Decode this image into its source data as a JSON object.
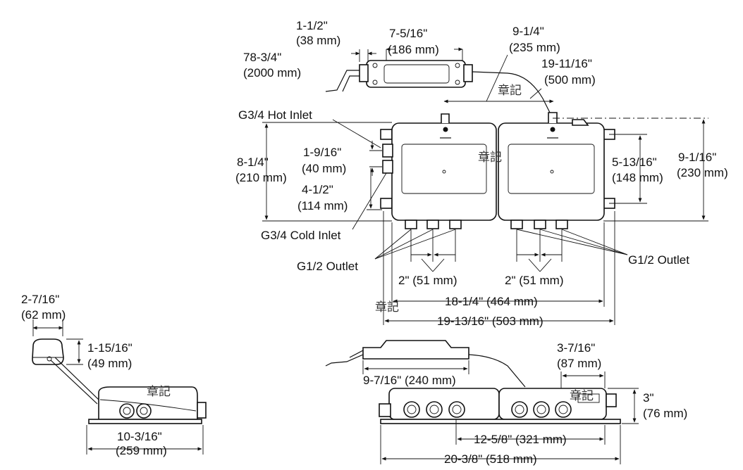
{
  "labels": {
    "sensor_len_in": "1-1/2\"",
    "sensor_len_mm": "(38 mm)",
    "sensor_width_in": "7-5/16\"",
    "sensor_width_mm": "(186 mm)",
    "cable_len_in": "78-3/4\"",
    "cable_len_mm": "(2000 mm)",
    "offset_top_in": "9-1/4\"",
    "offset_top_mm": "(235 mm)",
    "cable2_in": "19-11/16\"",
    "cable2_mm": "(500 mm)",
    "hot_inlet": "G3/4 Hot Inlet",
    "height_in": "8-1/4\"",
    "height_mm": "(210 mm)",
    "inlet_spacing_in": "1-9/16\"",
    "inlet_spacing_mm": "(40 mm)",
    "inlet_height_in": "4-1/2\"",
    "inlet_height_mm": "(114 mm)",
    "cold_inlet": "G3/4 Cold Inlet",
    "mount_spacing_in": "5-13/16\"",
    "mount_spacing_mm": "(148 mm)",
    "overall_height_in": "9-1/16\"",
    "overall_height_mm": "(230 mm)",
    "outlet_left": "G1/2 Outlet",
    "outlet_right": "G1/2 Outlet",
    "outlet_spacing_left": "2\" (51 mm)",
    "outlet_spacing_right": "2\" (51 mm)",
    "width_inner": "18-1/4\" (464 mm)",
    "width_outer": "19-13/16\" (503 mm)",
    "side_sensor_in": "2-7/16\"",
    "side_sensor_mm": "(62 mm)",
    "side_sensor_h_in": "1-15/16\"",
    "side_sensor_h_mm": "(49 mm)",
    "side_depth_in": "10-3/16\"",
    "side_depth_mm": "(259 mm)",
    "front_sensor_in": "9-7/16\" (240 mm)",
    "front_off_in": "3-7/16\"",
    "front_off_mm": "(87 mm)",
    "front_h_in": "3\"",
    "front_h_mm": "(76 mm)",
    "front_inner": "12-5/8\" (321 mm)",
    "front_outer": "20-3/8\" (518 mm)",
    "watermark": "章記"
  }
}
